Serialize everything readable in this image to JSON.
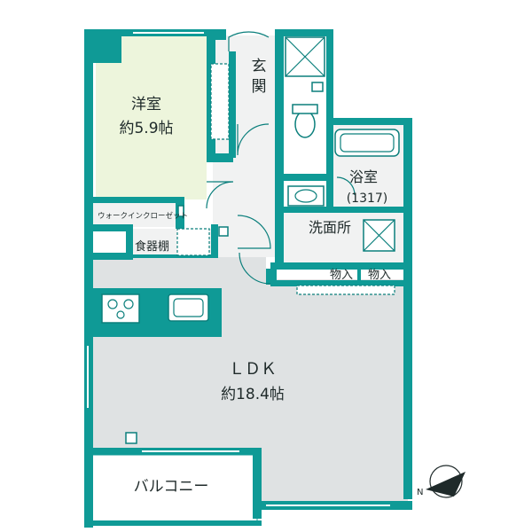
{
  "colors": {
    "wall": "#0f9a96",
    "wall_dark": "#0b7f7c",
    "floor_ldk": "#dfe2e3",
    "floor_bedroom": "#edf5dc",
    "floor_service": "#f1f2f2",
    "balcony": "#ffffff",
    "fixture": "#ffffff"
  },
  "rooms": {
    "bedroom": {
      "name": "洋室",
      "area": "約5.9帖"
    },
    "entrance": {
      "name_line1": "玄",
      "name_line2": "関"
    },
    "bath": {
      "name": "浴室",
      "size": "(1317)"
    },
    "walk_in_closet": {
      "name": "ウォークインクローゼット"
    },
    "pantry": {
      "name": "食器棚"
    },
    "washroom": {
      "name": "洗面所"
    },
    "storage_1": {
      "name": "物入"
    },
    "storage_2": {
      "name": "物入"
    },
    "ldk": {
      "name": "ＬＤＫ",
      "area": "約18.4帖"
    },
    "balcony": {
      "name": "バルコニー"
    }
  },
  "compass": {
    "label": "N"
  }
}
